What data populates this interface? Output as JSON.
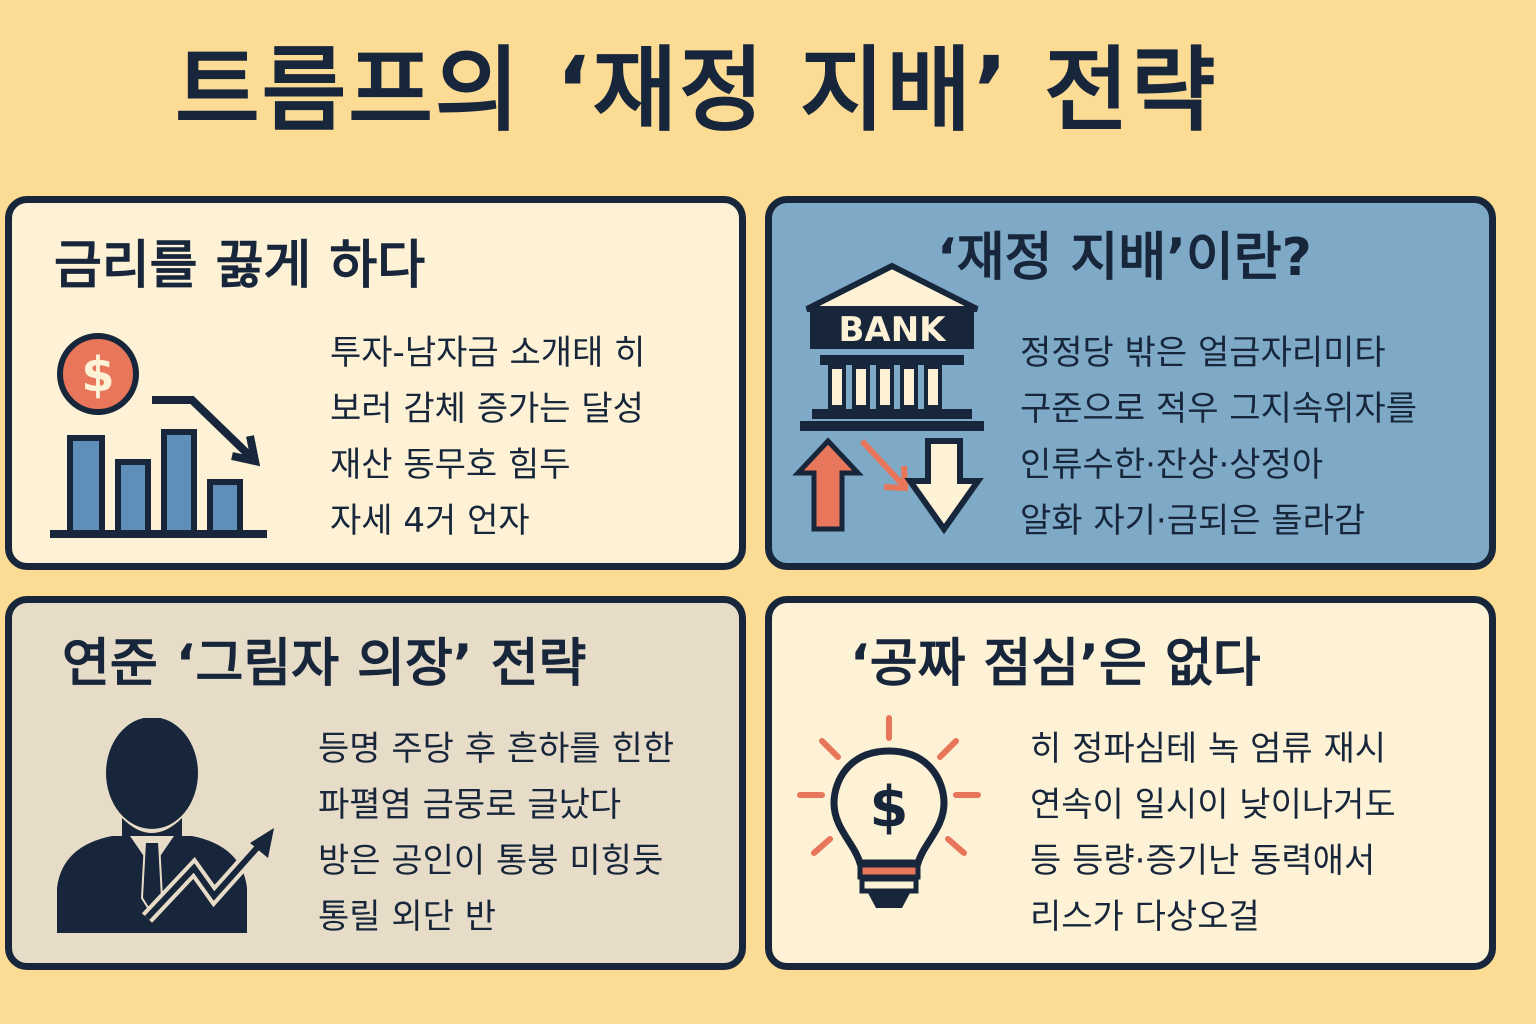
{
  "title": "트름프의 ‘재정 지배’ 전략",
  "colors": {
    "background": "#fcdc95",
    "navy": "#17263a",
    "cream": "#fdf1d6",
    "blue": "#7ea9c7",
    "grey": "#e7dcc8",
    "orange": "#e8765a",
    "bar_blue": "#5f8fb8"
  },
  "panels": {
    "rates": {
      "title": "금리를 끓게 하다",
      "icon": "dollar-coin-declining-bar-chart-icon",
      "lines": [
        "투자-남자금 소개태 히",
        "보러 감체 증가는 달성",
        "재산 동무호 힘두",
        "자세 4거 언자"
      ]
    },
    "definition": {
      "title": "‘재정 지배’이란?",
      "icon": "bank-building-icon",
      "bank_label": "BANK",
      "lines": [
        "정정당 밖은 얼금자리미타",
        "구준으로 적우 그지속위자를",
        "인류수한·잔상·상정아",
        "알화 자기·금되은 돌라감"
      ]
    },
    "shadow_chair": {
      "title": "연준 ‘그림자 의장’ 전략",
      "icon": "businessman-silhouette-icon",
      "lines": [
        "등명 주당 후 흔하를 힌한",
        "파펼염 금뭉로 글났다",
        "방은 공인이 통붕 미힝둣",
        "통릴 외단 반"
      ]
    },
    "free_lunch": {
      "title": "‘공짜 점심’은 없다",
      "icon": "dollar-lightbulb-icon",
      "lines": [
        "히 정파심테 녹 엄류 재시",
        "연속이 일시이 낮이나거도",
        "등 등량·증기난 동력애서",
        "리스가 다상오걸"
      ]
    }
  }
}
